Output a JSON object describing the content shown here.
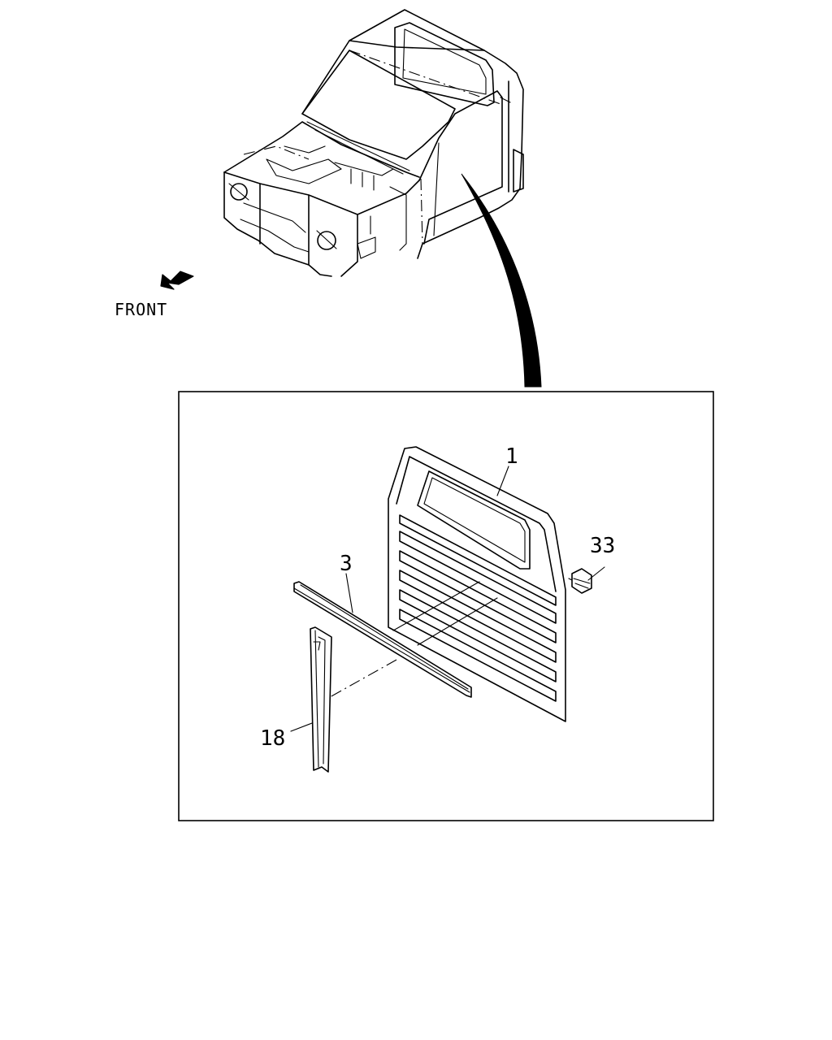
{
  "diagram": {
    "direction_label": "FRONT",
    "callouts": [
      {
        "id": "panel",
        "label": "1"
      },
      {
        "id": "strip",
        "label": "3"
      },
      {
        "id": "clip",
        "label": "33"
      },
      {
        "id": "post",
        "label": "18"
      }
    ]
  }
}
